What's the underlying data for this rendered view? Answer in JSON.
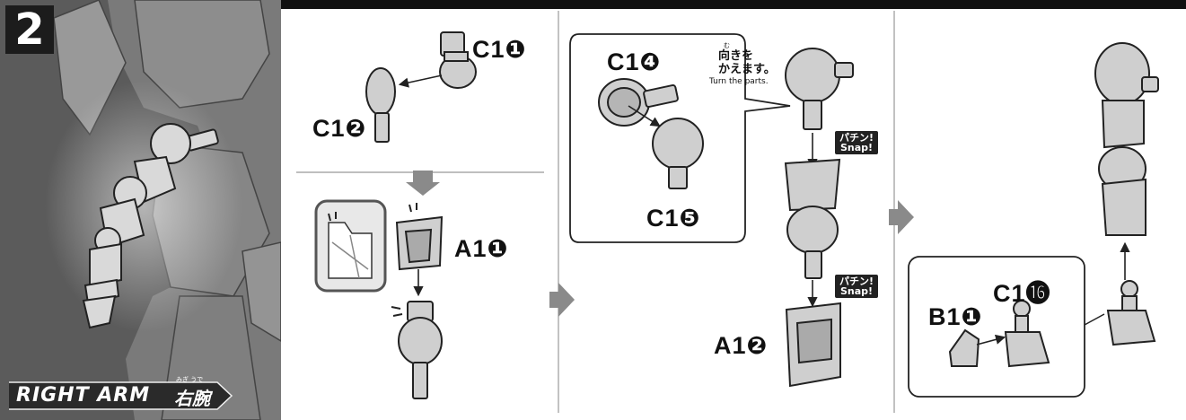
{
  "step": {
    "number": "2"
  },
  "section": {
    "title_en": "RIGHT ARM",
    "title_jp": "右腕",
    "title_jp_ruby": "みぎ うで"
  },
  "callouts": {
    "turn_parts_ruby": "む",
    "turn_parts_jp_line1": "向きを",
    "turn_parts_jp_line2": "かえます。",
    "turn_parts_en": "Turn the parts."
  },
  "snap_labels": [
    {
      "jp": "パチン!",
      "en": "Snap!"
    },
    {
      "jp": "パチン!",
      "en": "Snap!"
    }
  ],
  "parts": {
    "c1_1": "C1❶",
    "c1_2": "C1❷",
    "a1_1": "A1❶",
    "c1_4": "C1❹",
    "c1_5": "C1❺",
    "a1_2": "A1❷",
    "b1_1": "B1❶",
    "c1_16": "C1⓰"
  },
  "colors": {
    "panel_bg": "#5b5b5b",
    "badge_bg": "#1c1c1c",
    "part_fill": "#cfcfcf",
    "line": "#222222",
    "highlight": "#8a8a8a"
  }
}
